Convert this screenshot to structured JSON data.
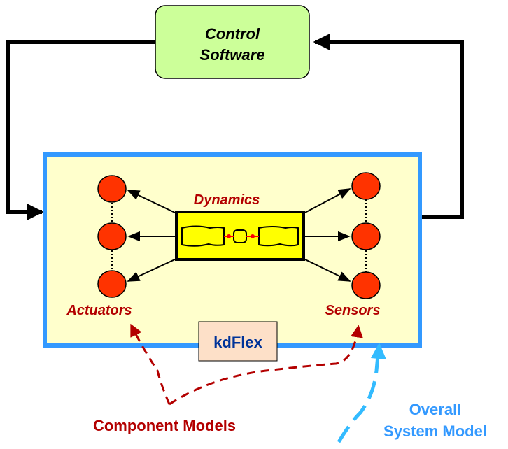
{
  "control_box": {
    "line1": "Control",
    "line2": "Software"
  },
  "system": {
    "dynamics_label": "Dynamics",
    "actuators_label": "Actuators",
    "sensors_label": "Sensors",
    "framework_label": "kdFlex"
  },
  "annotations": {
    "component_models": "Component Models",
    "overall_line1": "Overall",
    "overall_line2": "System Model"
  },
  "colors": {
    "control_fill": "#ccff99",
    "system_fill": "#ffffcc",
    "system_border": "#3399ff",
    "node_fill": "#ff3300",
    "dynamics_fill": "#ffff00",
    "framework_fill": "#fde0c8",
    "label_red": "#b30000",
    "label_blue": "#0000cc",
    "annotation_blue": "#3399ff",
    "loop_line": "#000000"
  }
}
